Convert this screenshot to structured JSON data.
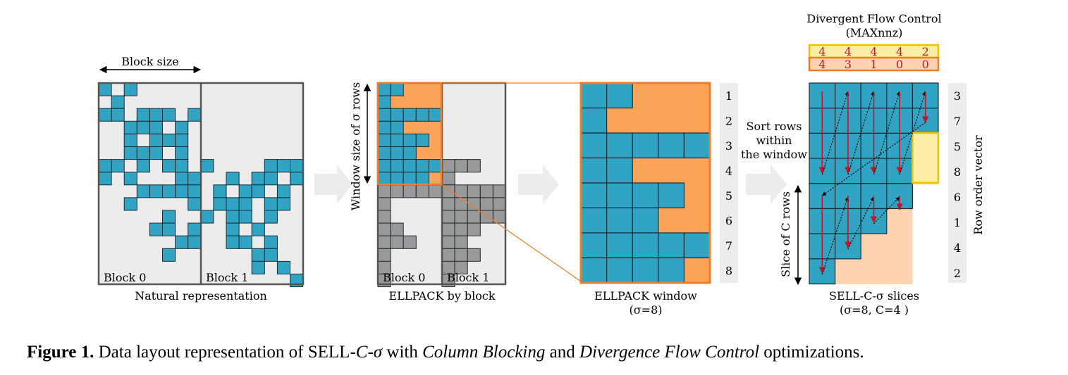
{
  "panels": {
    "natural": {
      "block_size_label": "Block size",
      "block0_label": "Block 0",
      "block1_label": "Block 1",
      "caption": "Natural representation"
    },
    "ellpack_block": {
      "window_label": "Window size of σ rows",
      "block0_label": "Block 0",
      "block1_label": "Block 1",
      "caption": "ELLPACK by block"
    },
    "ellpack_window": {
      "caption_line1": "ELLPACK window",
      "caption_line2": "(σ=8)",
      "row_indices": [
        "1",
        "2",
        "3",
        "4",
        "5",
        "6",
        "7",
        "8"
      ],
      "row_lengths": [
        2,
        1,
        5,
        2,
        4,
        3,
        5,
        4
      ]
    },
    "sell": {
      "dfc_title_line1": "Divergent Flow Control",
      "dfc_title_line2": "(MAXnnz)",
      "maxnnz_top": [
        "4",
        "4",
        "4",
        "4",
        "2"
      ],
      "maxnnz_bottom": [
        "4",
        "3",
        "1",
        "0",
        "0"
      ],
      "sort_label_lines": [
        "Sort rows",
        "within",
        "the window"
      ],
      "slice_label": "Slice of C rows",
      "row_order": [
        "3",
        "7",
        "5",
        "8",
        "6",
        "1",
        "4",
        "2"
      ],
      "row_order_label": "Row order vector",
      "caption_line1": "SELL-C-σ slices",
      "caption_line2": "(σ=8, C=4 )"
    }
  },
  "caption": {
    "prefix": "Figure 1.",
    "t1": " Data layout representation of SELL-",
    "c": "C",
    "t2": "-",
    "sigma": "σ",
    "t3": " with ",
    "cb": "Column Blocking",
    "t4": " and ",
    "dfc": "Divergence Flow Control",
    "t5": " optimizations."
  },
  "colors": {
    "nnz": "#31a4c4",
    "orange": "#fca35a",
    "orange_border": "#ed7d2b",
    "yellow": "#fceea4",
    "yellow_border": "#f2c100",
    "light_orange": "#fdd3b0",
    "gray_cell": "#999999",
    "panel_bg": "#ececec",
    "arrow_red": "#c0162a"
  }
}
